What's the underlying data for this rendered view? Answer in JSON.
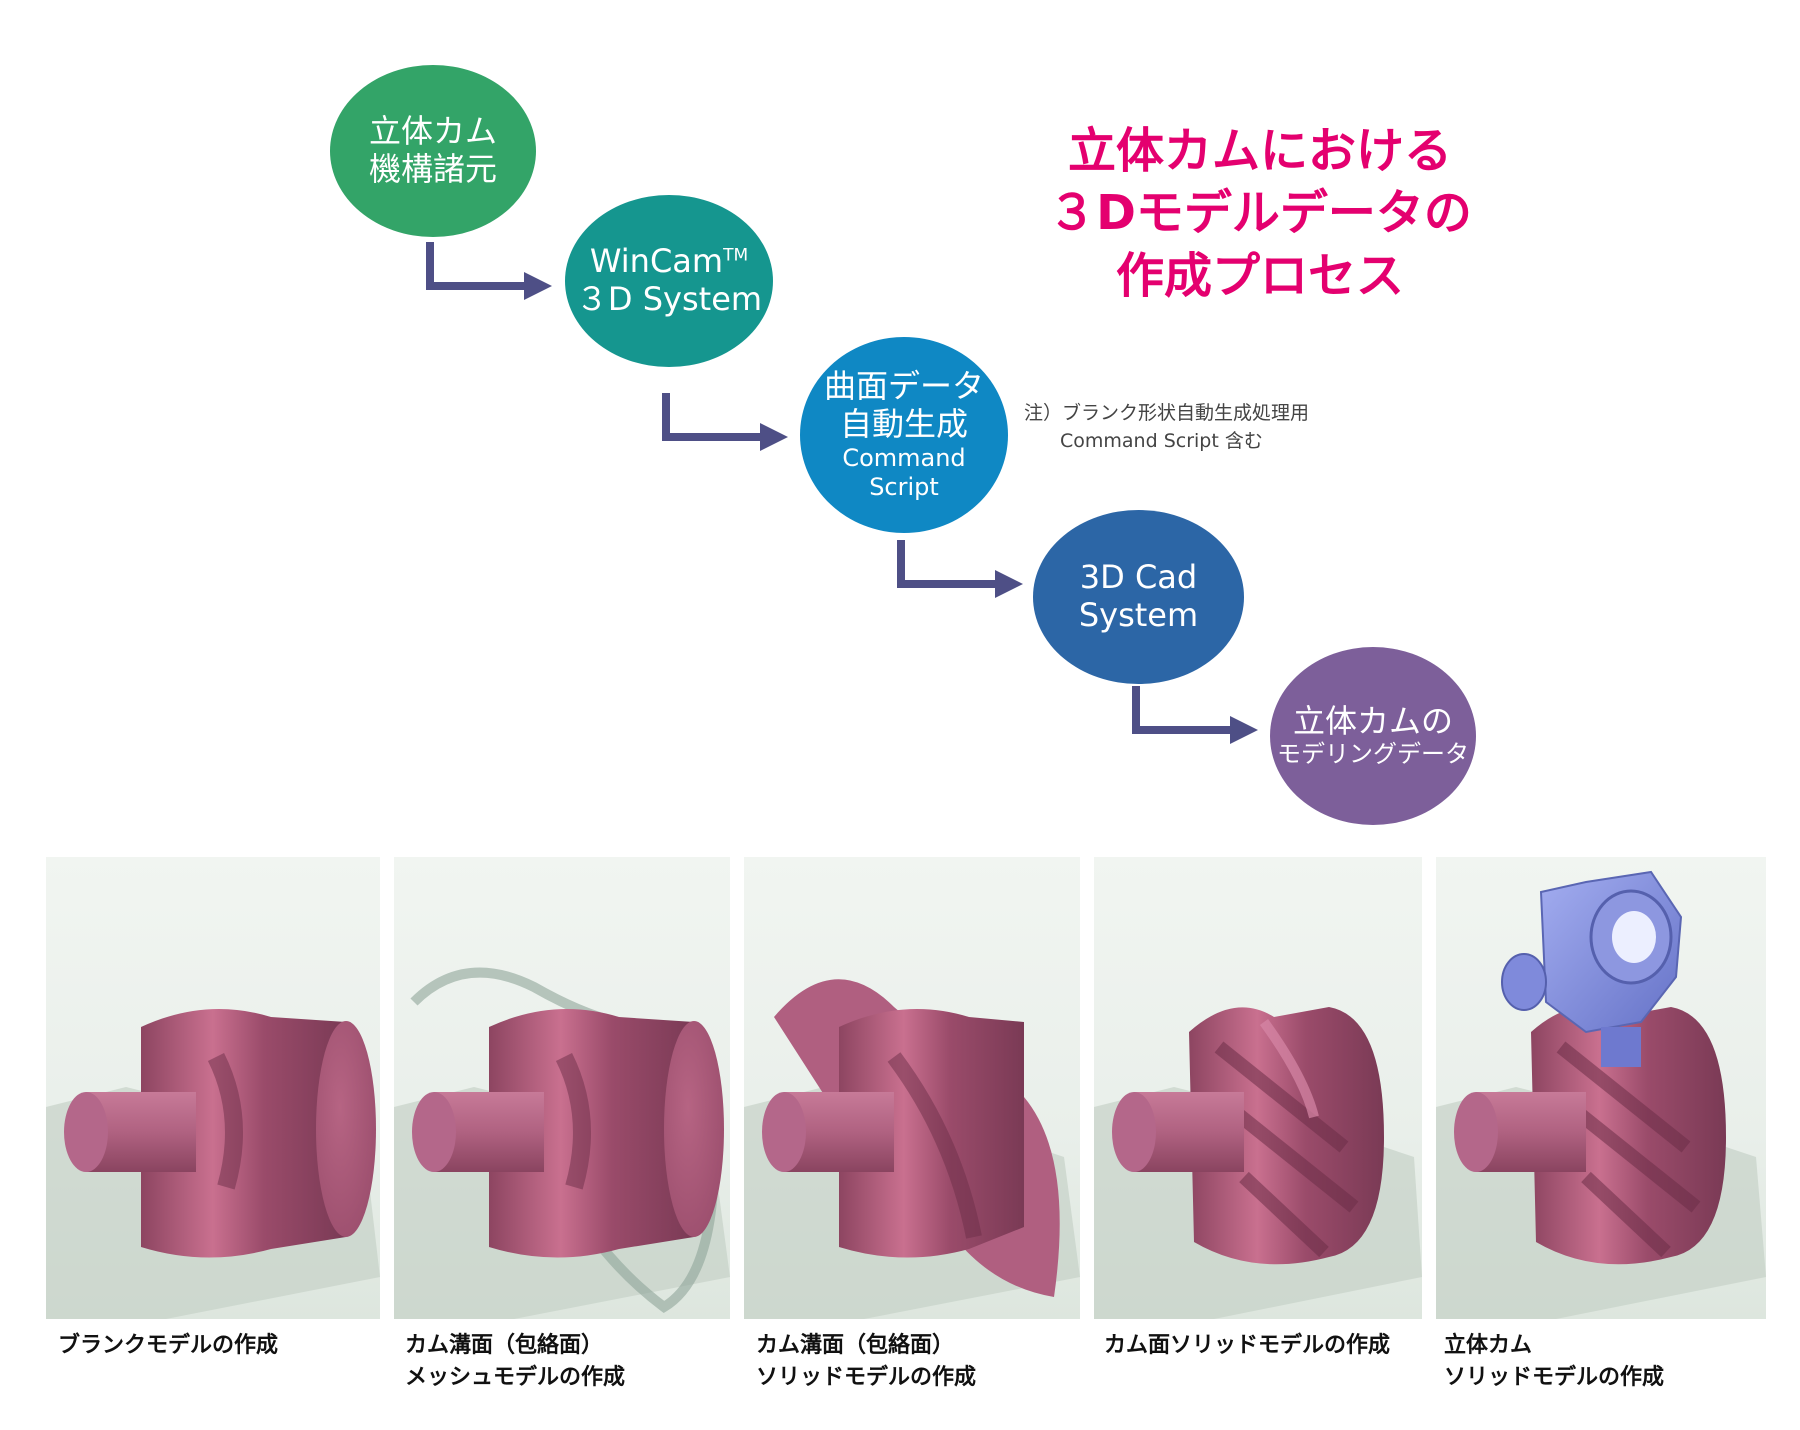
{
  "flow": {
    "step1": {
      "line1": "立体カム",
      "line2": "機構諸元",
      "color": "#33a468"
    },
    "step2": {
      "line1": "WinCam",
      "sup": "TM",
      "line2": "３D System",
      "color": "#15968f"
    },
    "step3": {
      "line1": "曲面データ",
      "line2": "自動生成",
      "line3": "Command",
      "line4": "Script",
      "color": "#0f88c4"
    },
    "step4": {
      "line1": "3D Cad",
      "line2": "System",
      "color": "#2c66a6"
    },
    "step5": {
      "line1": "立体カムの",
      "line2": "モデリングデータ",
      "color": "#7d5f9a"
    },
    "arrow_color": "#4e4f86"
  },
  "title": {
    "line1": "立体カムにおける",
    "line2": "３Dモデルデータの",
    "line3": "作成プロセス",
    "color": "#e4006f"
  },
  "note": {
    "line1": "注）ブランク形状自動生成処理用",
    "line2": "Command Script 含む"
  },
  "panels": [
    {
      "caption_line1": "ブランクモデルの作成",
      "caption_line2": ""
    },
    {
      "caption_line1": "カム溝面（包絡面）",
      "caption_line2": "メッシュモデルの作成"
    },
    {
      "caption_line1": "カム溝面（包絡面）",
      "caption_line2": "ソリッドモデルの作成"
    },
    {
      "caption_line1": "カム面ソリッドモデルの作成",
      "caption_line2": ""
    },
    {
      "caption_line1": "立体カム",
      "caption_line2": "ソリッドモデルの作成"
    }
  ],
  "colors": {
    "model": "#a85676",
    "follower": "#7c88d6"
  }
}
